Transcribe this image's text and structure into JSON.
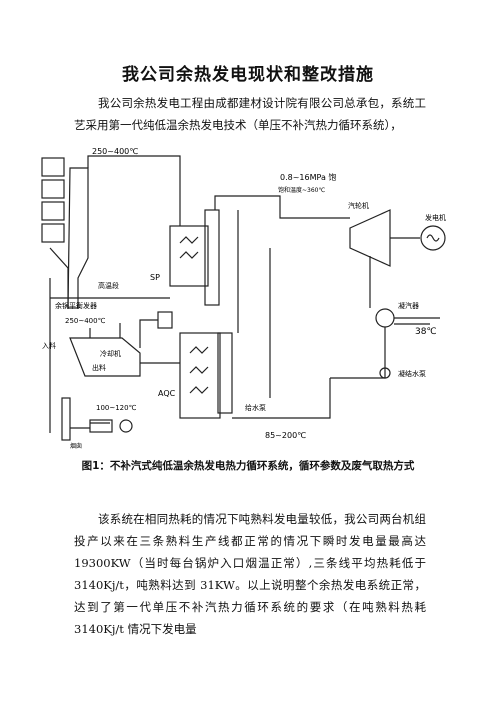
{
  "document": {
    "title": "我公司余热发电现状和整改措施",
    "intro": "我公司余热发电工程由成都建材设计院有限公司总承包，系统工艺采用第一代纯低温余热发电技术（单压不补汽热力循环系统），",
    "caption": "图1：不补汽式纯低温余热发电热力循环系统，循环参数及废气取热方式",
    "body": "该系统在相同热耗的情况下吨熟料发电量较低，我公司两台机组投产以来在三条熟料生产线都正常的情况下瞬时发电量最高达 19300KW（当时每台锅炉入口烟温正常）,三条线平均热耗低于 3140Kj/t，吨熟料达到 31KW。以上说明整个余热发电系统正常，达到了第一代单压不补汽热力循环系统的要求（在吨熟料热耗 3140Kj/t 情况下发电量"
  },
  "diagram": {
    "labels": {
      "temp_top": "250~400℃",
      "pressure": "0.8~16MPa 饱",
      "steam_temp": "饱和温度~360℃",
      "turbine": "汽轮机",
      "generator": "发电机",
      "condenser": "凝汽器",
      "cooling_temp": "38℃",
      "condensate_pump": "凝结水泵",
      "sp": "SP",
      "boiler_drum_label": "高温段",
      "feed_deaerator": "余锅平衡发器",
      "temp_mid": "250~400℃",
      "cooler": "冷却机",
      "inlet_material": "入料",
      "outlet_material": "出料",
      "aqc": "AQC",
      "temp_low": "100~120℃",
      "feed_pump": "给水泵",
      "feed_temp": "85~200℃",
      "chimney": "烟囱"
    }
  }
}
